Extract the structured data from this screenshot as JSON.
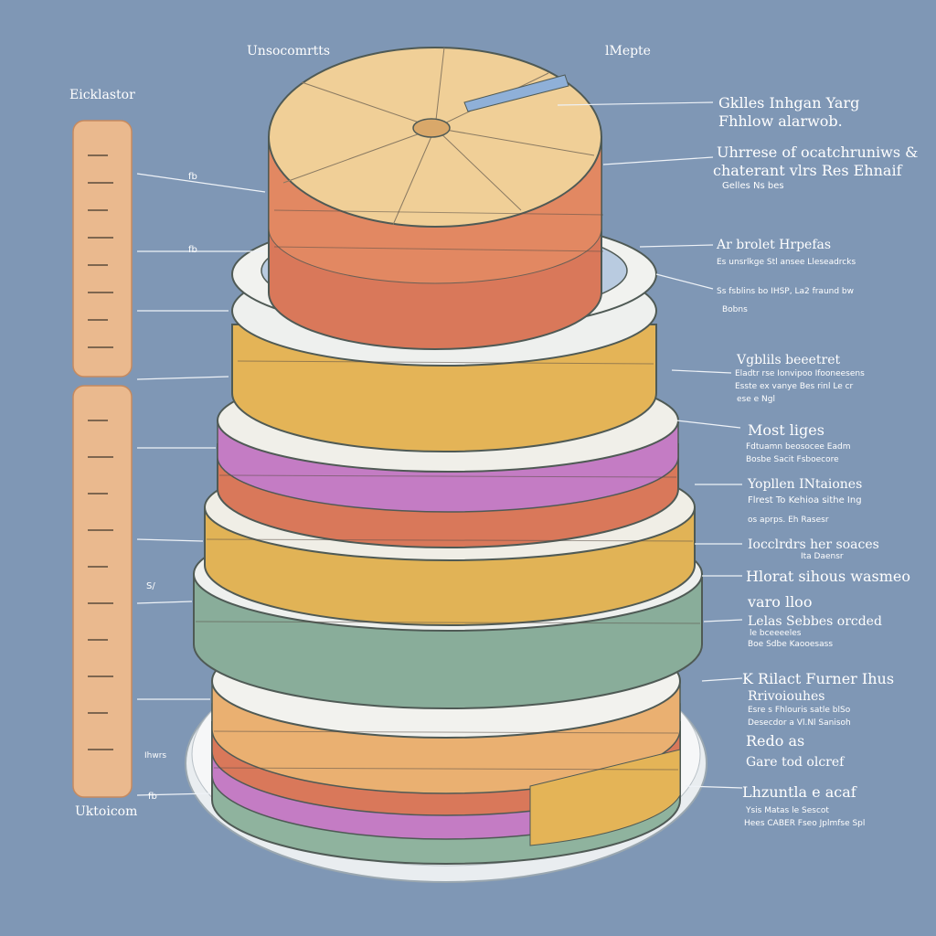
{
  "colors": {
    "background": "#7f97b5",
    "top_face": "#f0cf97",
    "red_layer": "#d9785a",
    "yellow_layer": "#e4b457",
    "purple_layer": "#c47cc4",
    "gold_layer": "#e1b356",
    "green_layer": "#89ad9a",
    "peach_layer": "#eab071",
    "plate": "#e9edf0",
    "ruler": "#eab98e"
  },
  "labels": {
    "top_left": "Unsocomrtts",
    "top_right": "lMepte",
    "left_title": "Eicklastor",
    "bottom_left": "Uktoicom",
    "right_1_a": "Gklles Inhgan Yarg",
    "right_1_b": "Fhhlow alarwob.",
    "right_2_a": "Uhrrese of ocatchruniws &",
    "right_2_b": "chaterant vlrs Res Ehnaif",
    "right_2_c": "Gelles Ns bes",
    "right_3_a": "Ar brolet Hrpefas",
    "right_3_b": "Es unsrlkge Stl ansee Lleseadrcks",
    "right_3_c": "Ss fsblins bo IHSP, La2 fraund bw",
    "right_3_d": "Bobns",
    "right_4_a": "Vgblils beeetret",
    "right_4_b": "Eladtr rse Ionvipoo Ifooneesens",
    "right_4_c": "Esste ex vanye Bes rinl Le cr",
    "right_4_d": "ese e Ngl",
    "right_5_a": "Most liges",
    "right_5_b": "Fdtuamn beosocee Eadm",
    "right_5_c": "Bosbe Sacit Fsboecore",
    "right_6_a": "Yopllen INtaiones",
    "right_6_b": "Flrest To Kehioa sithe Ing",
    "right_6_c": "os aprps. Eh Rasesr",
    "right_7_a": "Iocclrdrs her soaces",
    "right_7_b": "Ita Daensr",
    "right_8_a": "Hlorat sihous wasmeo",
    "right_8_b": "varo lloo",
    "right_9_a": "Lelas Sebbes orcded",
    "right_9_b": "le bceeeeles",
    "right_9_c": "Boe Sdbe Kaooesass",
    "right_10_a": "K Rilact Furner Ihus",
    "right_10_b": "Rrivoiouhes",
    "right_10_c": "Esre s Fhlouris satle blSo",
    "right_10_d": "Desecdor a Vl.Nl Sanisoh",
    "right_11_a": "Redo as",
    "right_11_b": "Gare tod olcref",
    "right_12_a": "Lhzuntla e acaf",
    "right_12_b": "Ysis Matas le Sescot",
    "right_12_c": "Hees CABER Fseo Jplmfse Spl",
    "side_mark_1": "fb",
    "side_mark_2": "fb",
    "side_mark_3": "S/",
    "side_mark_4": "fb",
    "side_mark_5": "Ihwrs"
  }
}
